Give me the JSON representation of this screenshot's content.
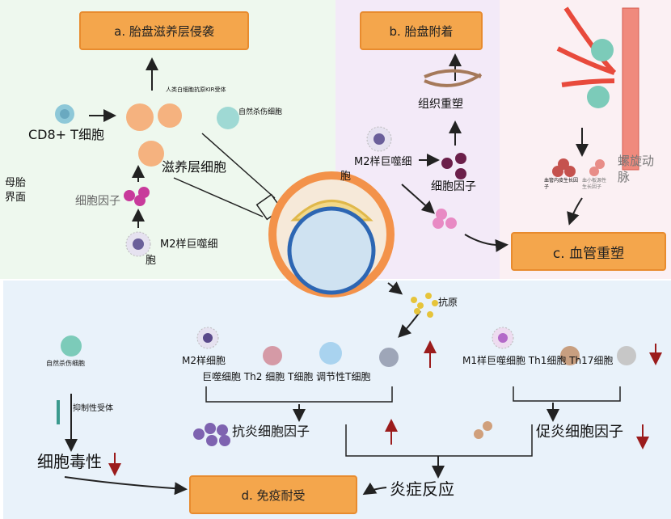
{
  "panels": {
    "a": {
      "title": "a. 胎盘滋养层侵袭",
      "cd8": "CD8+ T细胞",
      "kir": "人类白细胞抗原KIR受体",
      "nk": "自然杀伤细胞",
      "trophoblast": "滋养层细胞",
      "cytokine": "细胞因子",
      "m2": "M2样巨噬细",
      "m2b": "胞",
      "interface": "母胎",
      "interface2": "界面"
    },
    "b": {
      "title": "b. 胎盘附着",
      "remodel": "组织重塑",
      "m2": "M2样巨噬细",
      "m2b": "胞",
      "cytokine": "细胞因子"
    },
    "c": {
      "title": "c. 血管重塑",
      "artery": "螺旋动",
      "artery2": "脉",
      "vegf": "血管内皮生长因",
      "vegf2": "子",
      "pdgf": "血小板源性",
      "pdgf2": "生长因子"
    },
    "d": {
      "title": "d. 免疫耐受",
      "antigen": "抗原",
      "nk": "自然杀伤细胞",
      "inhib": "抑制性受体",
      "cytotox": "细胞毒性",
      "m2a": "M2样细胞",
      "row2": "巨噬细胞 Th2 细胞 T细胞 调节性T细胞",
      "m1row": "M1样巨噬细胞 Th1细胞 Th17细胞",
      "anti": "抗炎细胞因子",
      "pro": "促炎细胞因子",
      "inflam": "炎症反应"
    }
  },
  "colors": {
    "box": "#f4a64c",
    "green_bg": "#eef8ee",
    "lavender_bg": "#f3eaf8",
    "pink_bg": "#fbf0f3",
    "blue_bg": "#e9f2fa",
    "up_arrow": "#9b1c1c"
  }
}
